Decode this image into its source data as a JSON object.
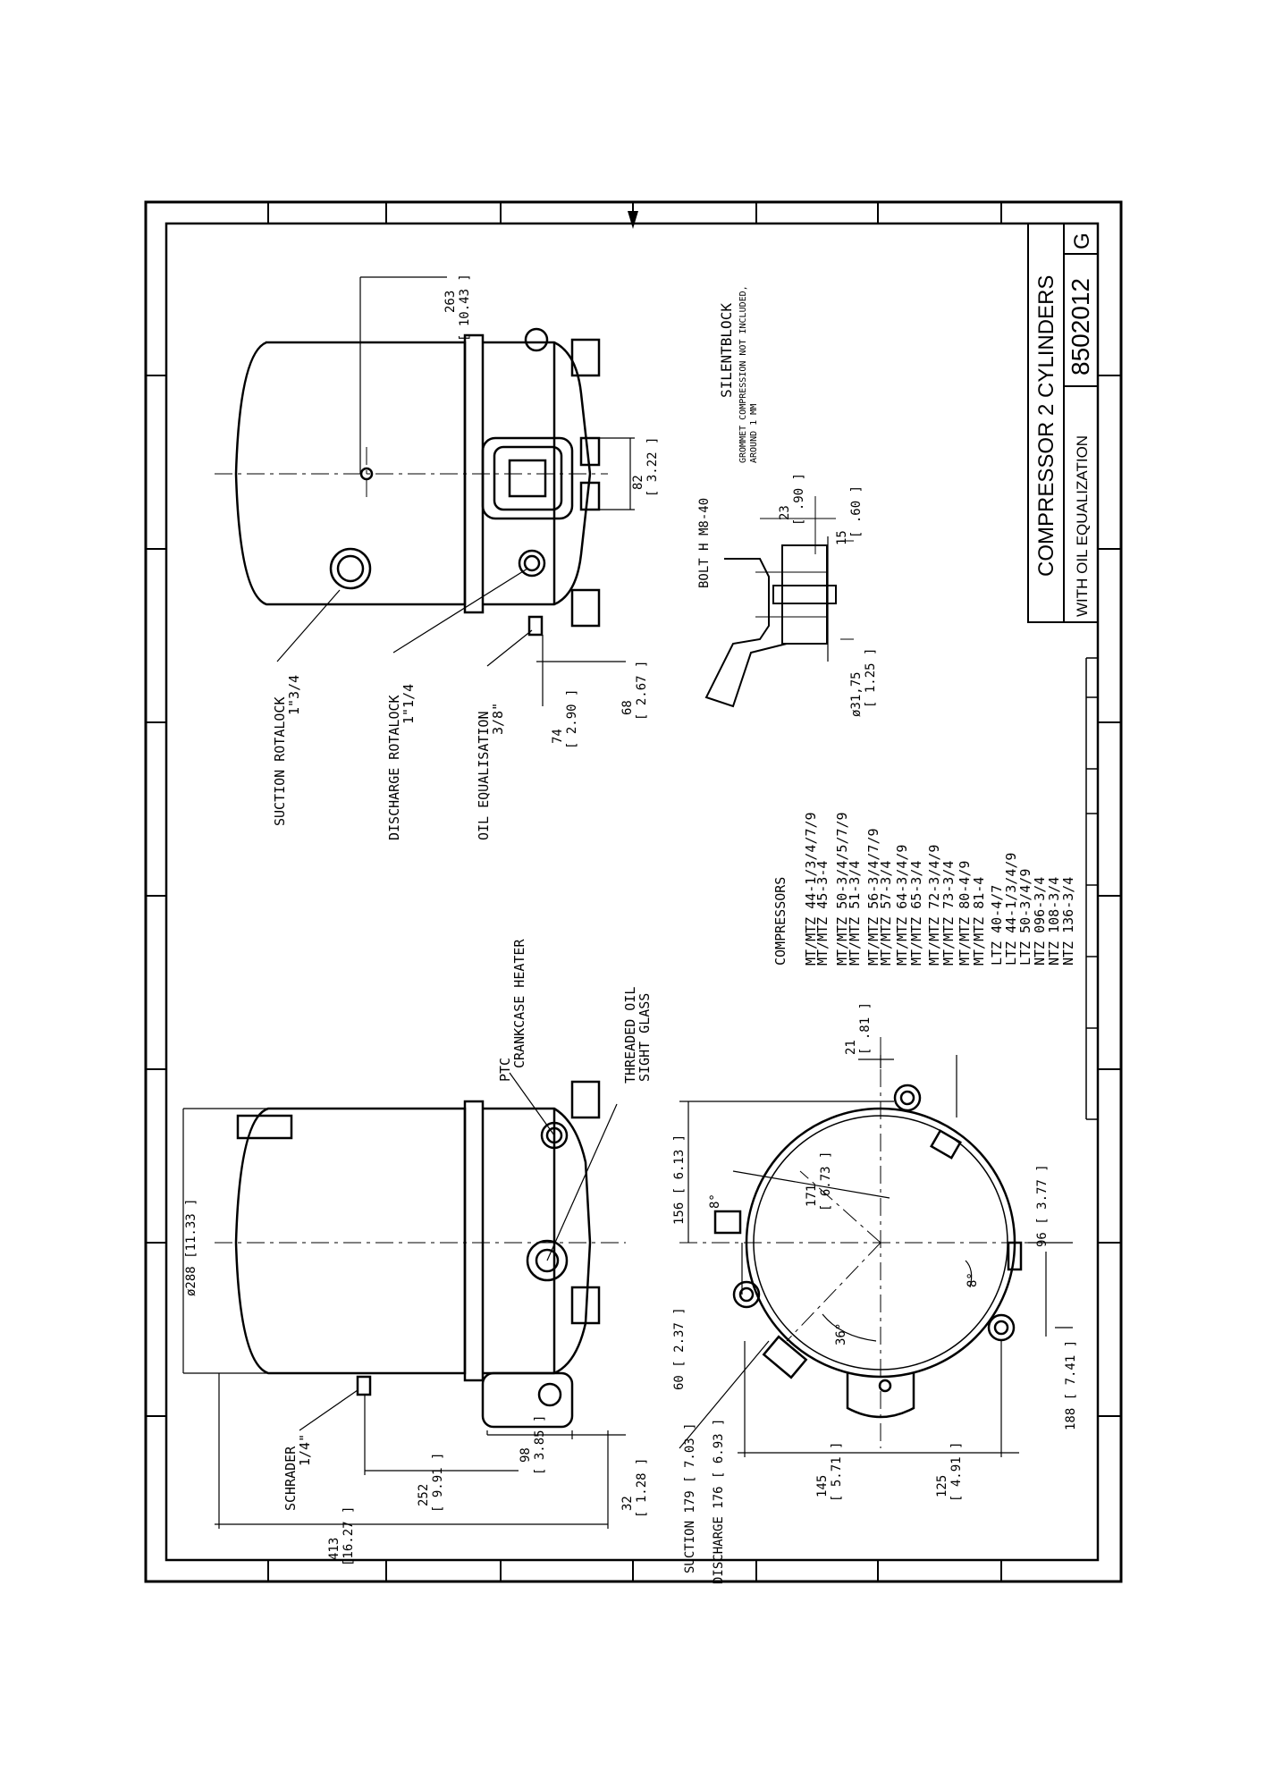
{
  "title_block": {
    "title": "COMPRESSOR 2 CYLINDERS",
    "subtitle": "WITH OIL EQUALIZATION",
    "drawing_number": "8502012",
    "revision": "G"
  },
  "top_view_labels": {
    "suction_rotalock": "SUCTION ROTALOCK",
    "suction_size": "1\"3/4",
    "discharge_rotalock": "DISCHARGE ROTALOCK",
    "discharge_size": "1\"1/4",
    "oil_equalisation": "OIL EQUALISATION",
    "oil_size": "3/8\""
  },
  "top_view_dims": {
    "d263": "263",
    "d263_in": "[ 10.43 ]",
    "d82": "82",
    "d82_in": "[ 3.22 ]",
    "d74": "74",
    "d74_in": "[ 2.90 ]",
    "d68": "68",
    "d68_in": "[ 2.67 ]"
  },
  "silentblock": {
    "title": "SILENTBLOCK",
    "note1": "GROMMET COMPRESSION NOT INCLUDED,",
    "note2": "AROUND 1 MM",
    "bolt": "BOLT H M8-40",
    "d23": "23",
    "d23_in": "[ .90 ]",
    "d15": "15",
    "d15_in": "[ .60 ]",
    "d31": "ø31,75",
    "d31_in": "[ 1.25 ]"
  },
  "compressors": {
    "heading": "COMPRESSORS",
    "items": [
      "MT/MTZ  44-1/3/4/7/9",
      "MT/MTZ  45-3-4",
      "MT/MTZ  50-3/4/5/7/9",
      "MT/MTZ  51-3/4",
      "MT/MTZ  56-3/4/7/9",
      "MT/MTZ  57-3/4",
      "MT/MTZ  64-3/4/9",
      "MT/MTZ  65-3/4",
      "MT/MTZ  72-3/4/9",
      "MT/MTZ  73-3/4",
      "MT/MTZ  80-4/9",
      "MT/MTZ  81-4",
      "LTZ  40-4/7",
      "LTZ  44-1/3/4/9",
      "LTZ  50-3/4/9",
      "NTZ  096-3/4",
      "NTZ  108-3/4",
      "NTZ  136-3/4"
    ]
  },
  "side_view": {
    "diameter": "ø288 [11.33 ]",
    "ptc": "PTC",
    "crankcase": "CRANKCASE HEATER",
    "threaded": "THREADED OIL",
    "sight_glass": "SIGHT GLASS",
    "schrader": "SCHRADER",
    "schrader_size": "1/4\"",
    "d413": "413",
    "d413_in": "[16.27 ]",
    "d252": "252",
    "d252_in": "[ 9.91 ]",
    "d98": "98",
    "d98_in": "[ 3.85 ]",
    "d32": "32",
    "d32_in": "[ 1.28 ]"
  },
  "bottom_view": {
    "d156": "156  [ 6.13 ]",
    "d60": "60  [ 2.37 ]",
    "d21": "21",
    "d21_in": "[ .81 ]",
    "d171": "171",
    "d171_in": "[ 6.73 ]",
    "angle8a": "8°",
    "angle8b": "8°",
    "angle36": "36°",
    "d96": "96  [ 3.77 ]",
    "d188": "188  [ 7.41 ]",
    "suction": "SUCTION  179  [ 7.03 ]",
    "discharge": "DISCHARGE  176  [ 6.93 ]",
    "d145": "145",
    "d145_in": "[ 5.71 ]",
    "d125": "125",
    "d125_in": "[ 4.91 ]"
  }
}
